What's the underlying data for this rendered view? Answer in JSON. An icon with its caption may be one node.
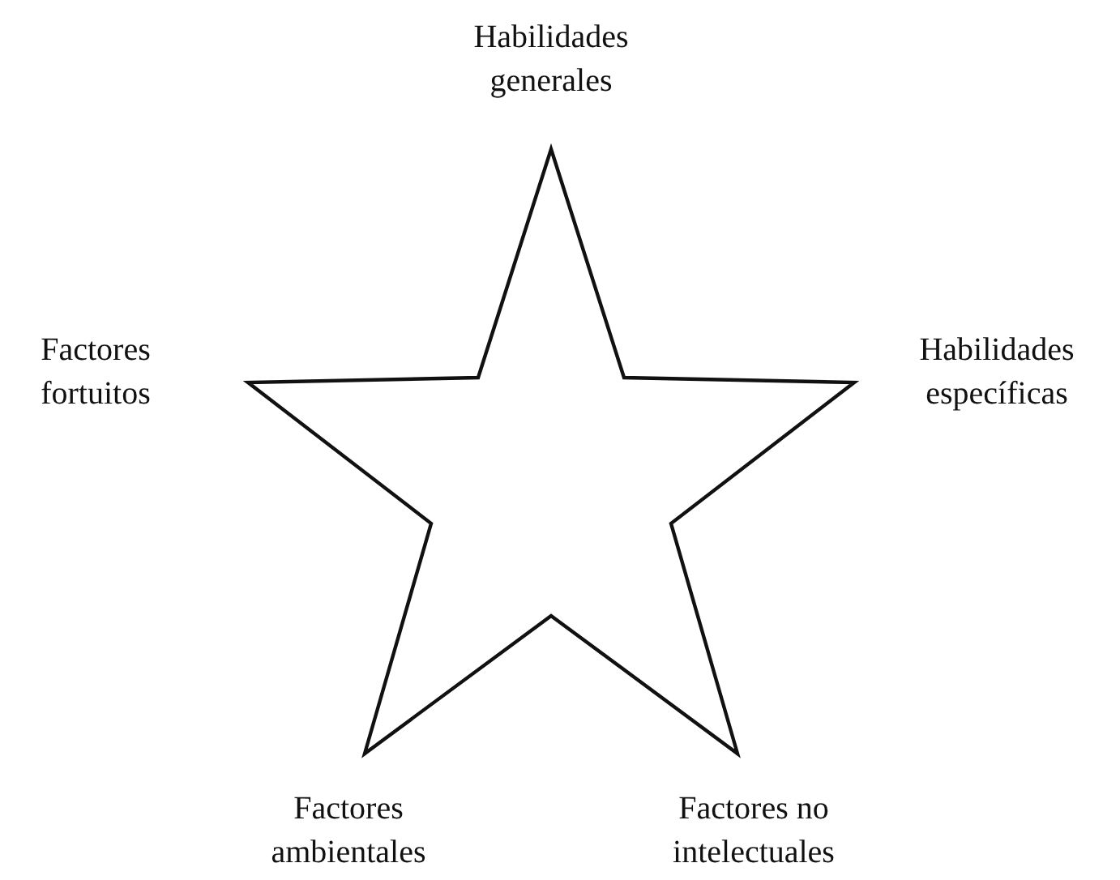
{
  "diagram": {
    "nodes": [
      {
        "text": [],
        "shape": "star",
        "beside": [
          "Habilidades generales",
          "Habilidades específicas",
          "Factores no intelectuales",
          "Factores ambientales",
          "Factores fortuitos"
        ]
      }
    ]
  }
}
